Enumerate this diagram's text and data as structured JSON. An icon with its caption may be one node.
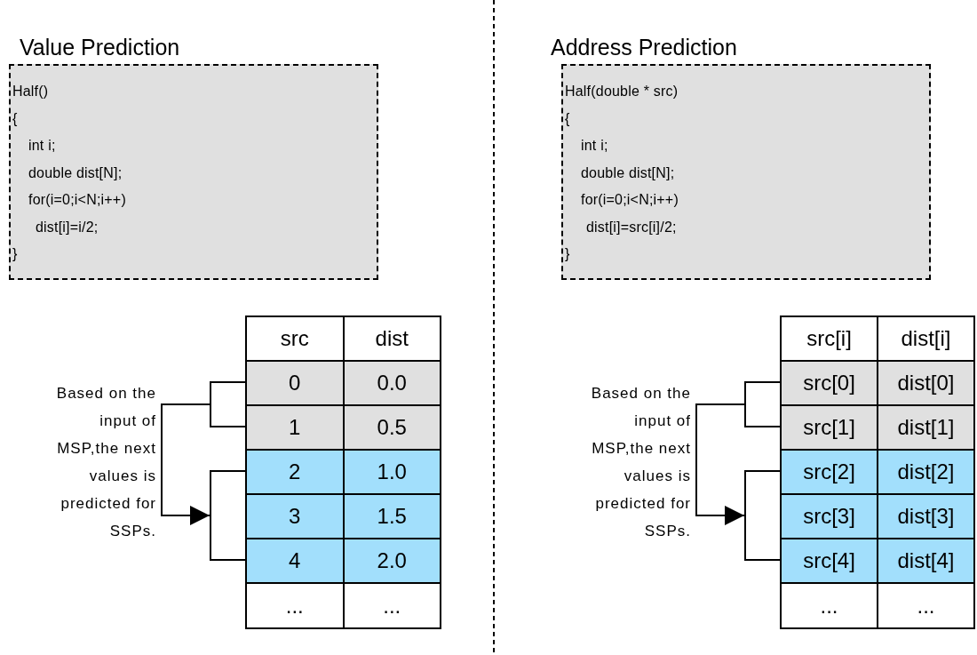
{
  "diagram": {
    "nodes": [
      {
        "text": [
          "Value Prediction",
          "Half()",
          "{",
          "int i;",
          "double dist[N];",
          "for(i=0;i<N;i++)",
          "dist[i]=i/2;",
          "}"
        ]
      },
      {
        "text": [
          "src",
          "dist",
          "...",
          "..."
        ]
      },
      {
        "text": [
          "0",
          "0.0"
        ],
        "in": 1
      },
      {
        "text": [
          "1",
          "0.5"
        ],
        "in": 1
      },
      {
        "text": [
          "2",
          "1.0"
        ],
        "in": 1
      },
      {
        "text": [
          "3",
          "1.5"
        ],
        "in": 1
      },
      {
        "text": [
          "4",
          "2.0"
        ],
        "in": 1
      },
      {
        "text": [],
        "shape": "bracket"
      },
      {
        "text": [],
        "shape": "bracket"
      },
      {
        "text": [
          "Address Prediction",
          "Half(double * src)",
          "{",
          "int i;",
          "double dist[N];",
          "for(i=0;i<N;i++)",
          "dist[i]=src[i]/2;",
          "}"
        ]
      },
      {
        "text": [
          "src[i]",
          "dist[i]",
          "...",
          "..."
        ]
      },
      {
        "text": [
          "src[0]",
          "dist[0]"
        ],
        "in": 10
      },
      {
        "text": [
          "src[1]",
          "dist[1]"
        ],
        "in": 10
      },
      {
        "text": [
          "src[2]",
          "dist[2]"
        ],
        "in": 10
      },
      {
        "text": [
          "src[3]",
          "dist[3]"
        ],
        "in": 10
      },
      {
        "text": [
          "src[4]",
          "dist[4]"
        ],
        "in": 10
      },
      {
        "text": [],
        "shape": "bracket"
      },
      {
        "text": [],
        "shape": "bracket"
      }
    ],
    "edges": [
      {
        "from": 7,
        "to": 8,
        "arrow": "to"
      },
      {
        "from": 16,
        "to": 17,
        "arrow": "to"
      }
    ],
    "labels": [
      "Based on the input of MSP,the next values is predicted for SSPs.",
      "Based on the input of MSP,the next values is predicted for SSPs."
    ]
  }
}
